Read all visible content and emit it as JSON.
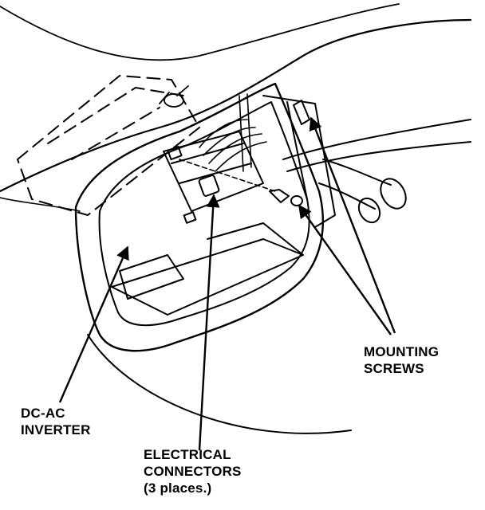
{
  "labels": {
    "inverter": [
      "DC-AC",
      "INVERTER"
    ],
    "connectors": [
      "ELECTRICAL",
      "CONNECTORS",
      "(3 places.)"
    ],
    "screws": [
      "MOUNTING",
      "SCREWS"
    ]
  },
  "colors": {
    "ink": "#000000",
    "paper": "#ffffff"
  }
}
